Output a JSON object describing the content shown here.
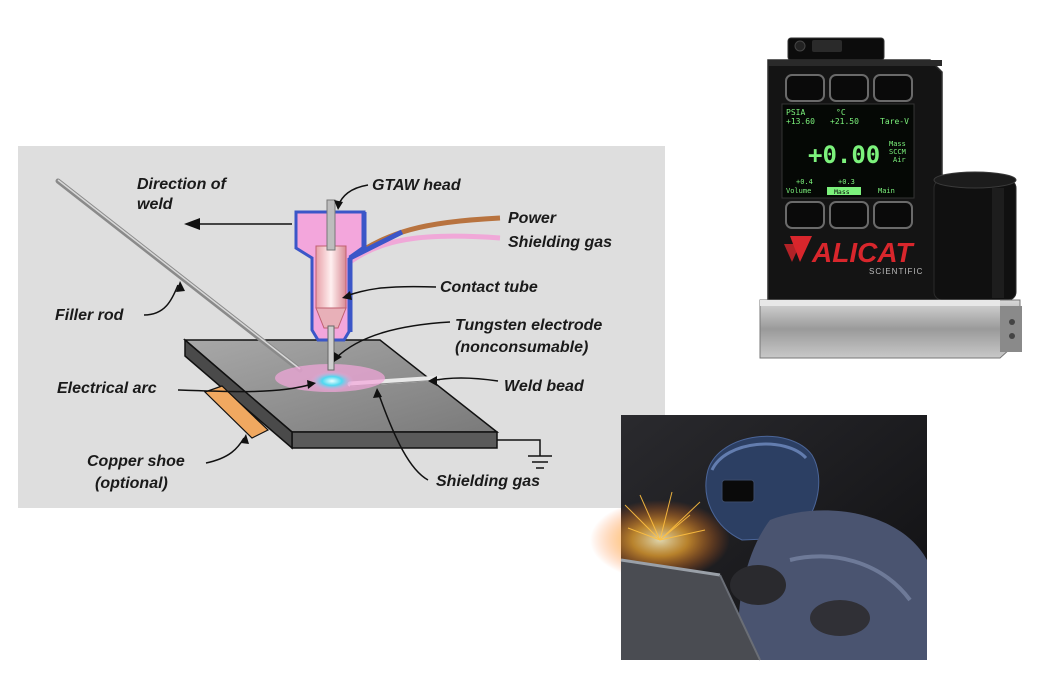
{
  "diagram": {
    "labels": {
      "direction_line1": "Direction of",
      "direction_line2": "weld",
      "gtaw_head": "GTAW head",
      "power": "Power",
      "shielding_gas_top": "Shielding gas",
      "contact_tube": "Contact tube",
      "filler_rod": "Filler rod",
      "tungsten_line1": "Tungsten electrode",
      "tungsten_line2": "(nonconsumable)",
      "electrical_arc": "Electrical arc",
      "weld_bead": "Weld bead",
      "copper_line1": "Copper shoe",
      "copper_line2": "(optional)",
      "shielding_gas_bottom": "Shielding gas"
    },
    "colors": {
      "background": "#dedede",
      "power_cable": "#b8733f",
      "gas_hose": "#f0a8d8",
      "nozzle": "#f3a6dc",
      "nozzle_outline": "#3b56c8",
      "copper_shoe": "#f0a860",
      "arc_glow": "#4fd8f0"
    }
  },
  "meter": {
    "lcd": {
      "unit_psia": "PSIA",
      "val_psia": "+13.60",
      "unit_c": "°C",
      "val_c": "+21.50",
      "tare": "Tare-V",
      "main_value": "+0.00",
      "mass": "Mass",
      "sccm": "SCCM",
      "air": "Air",
      "val_volume": "+0.4",
      "volume": "Volume",
      "val_mass": "+0.3",
      "mass_btn": "Mass",
      "main": "Main"
    },
    "brand": "ALICAT",
    "sub_brand": "SCIENTIFIC",
    "colors": {
      "lcd_text": "#7cf27c",
      "brand_red": "#d8262c",
      "body": "#141414"
    }
  },
  "photo": {
    "subject": "welder-photo",
    "colors": {
      "sparks": "#ffb030",
      "helmet": "#2c3f63"
    }
  }
}
